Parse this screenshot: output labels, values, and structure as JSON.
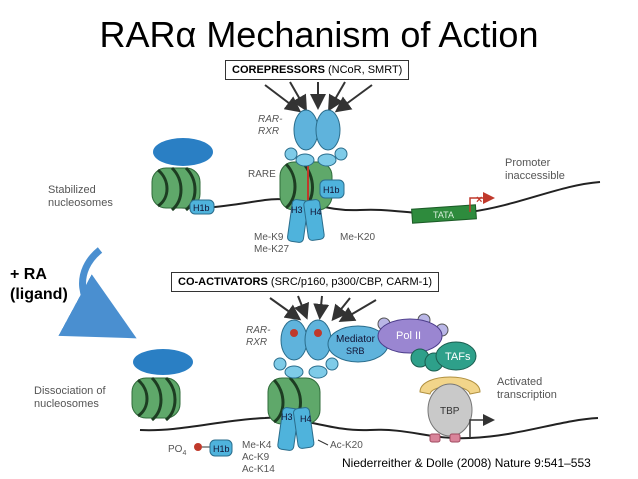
{
  "title": "RARα Mechanism of Action",
  "corepressors": {
    "head": "COREPRESSORS",
    "rest": " (NCoR, SMRT)"
  },
  "coactivators": {
    "head": "CO-ACTIVATORS",
    "rest": " (SRC/p160, p300/CBP, CARM-1)"
  },
  "ligand": {
    "line1": "+ RA",
    "line2": "(ligand)"
  },
  "citation": "Niederreither & Dolle (2008) Nature 9:541–553",
  "top_panel": {
    "left_label": [
      "Stabilized",
      "nucleosomes"
    ],
    "receptor_label": [
      "RAR-",
      "RXR"
    ],
    "rare": "RARE",
    "h1b": "H1b",
    "h1b_2": "H1b",
    "h3": "H3",
    "h4": "H4",
    "marks_left": [
      "Me-K9",
      "Me-K27"
    ],
    "mark_right": "Me-K20",
    "tata": "TATA",
    "right_label": [
      "Promoter",
      "inaccessible"
    ]
  },
  "bottom_panel": {
    "left_label": [
      "Dissociation of",
      "nucleosomes"
    ],
    "receptor_label": [
      "RAR-",
      "RXR"
    ],
    "mediator": [
      "Mediator",
      "SRB"
    ],
    "pol": "Pol II",
    "tafs": "TAFs",
    "tbp": "TBP",
    "h3": "H3",
    "h4": "H4",
    "po4": "PO",
    "po4_sub": "4",
    "h1b": "H1b",
    "marks_left": [
      "Me-K4",
      "Ac-K9",
      "Ac-K14"
    ],
    "mark_right": "Ac-K20",
    "right_label": [
      "Activated",
      "transcription"
    ]
  },
  "colors": {
    "nucleosome": "#5fa86a",
    "receptor": "#5fb3dc",
    "dna": "#222222",
    "tata": "#2e8b3d"
  }
}
